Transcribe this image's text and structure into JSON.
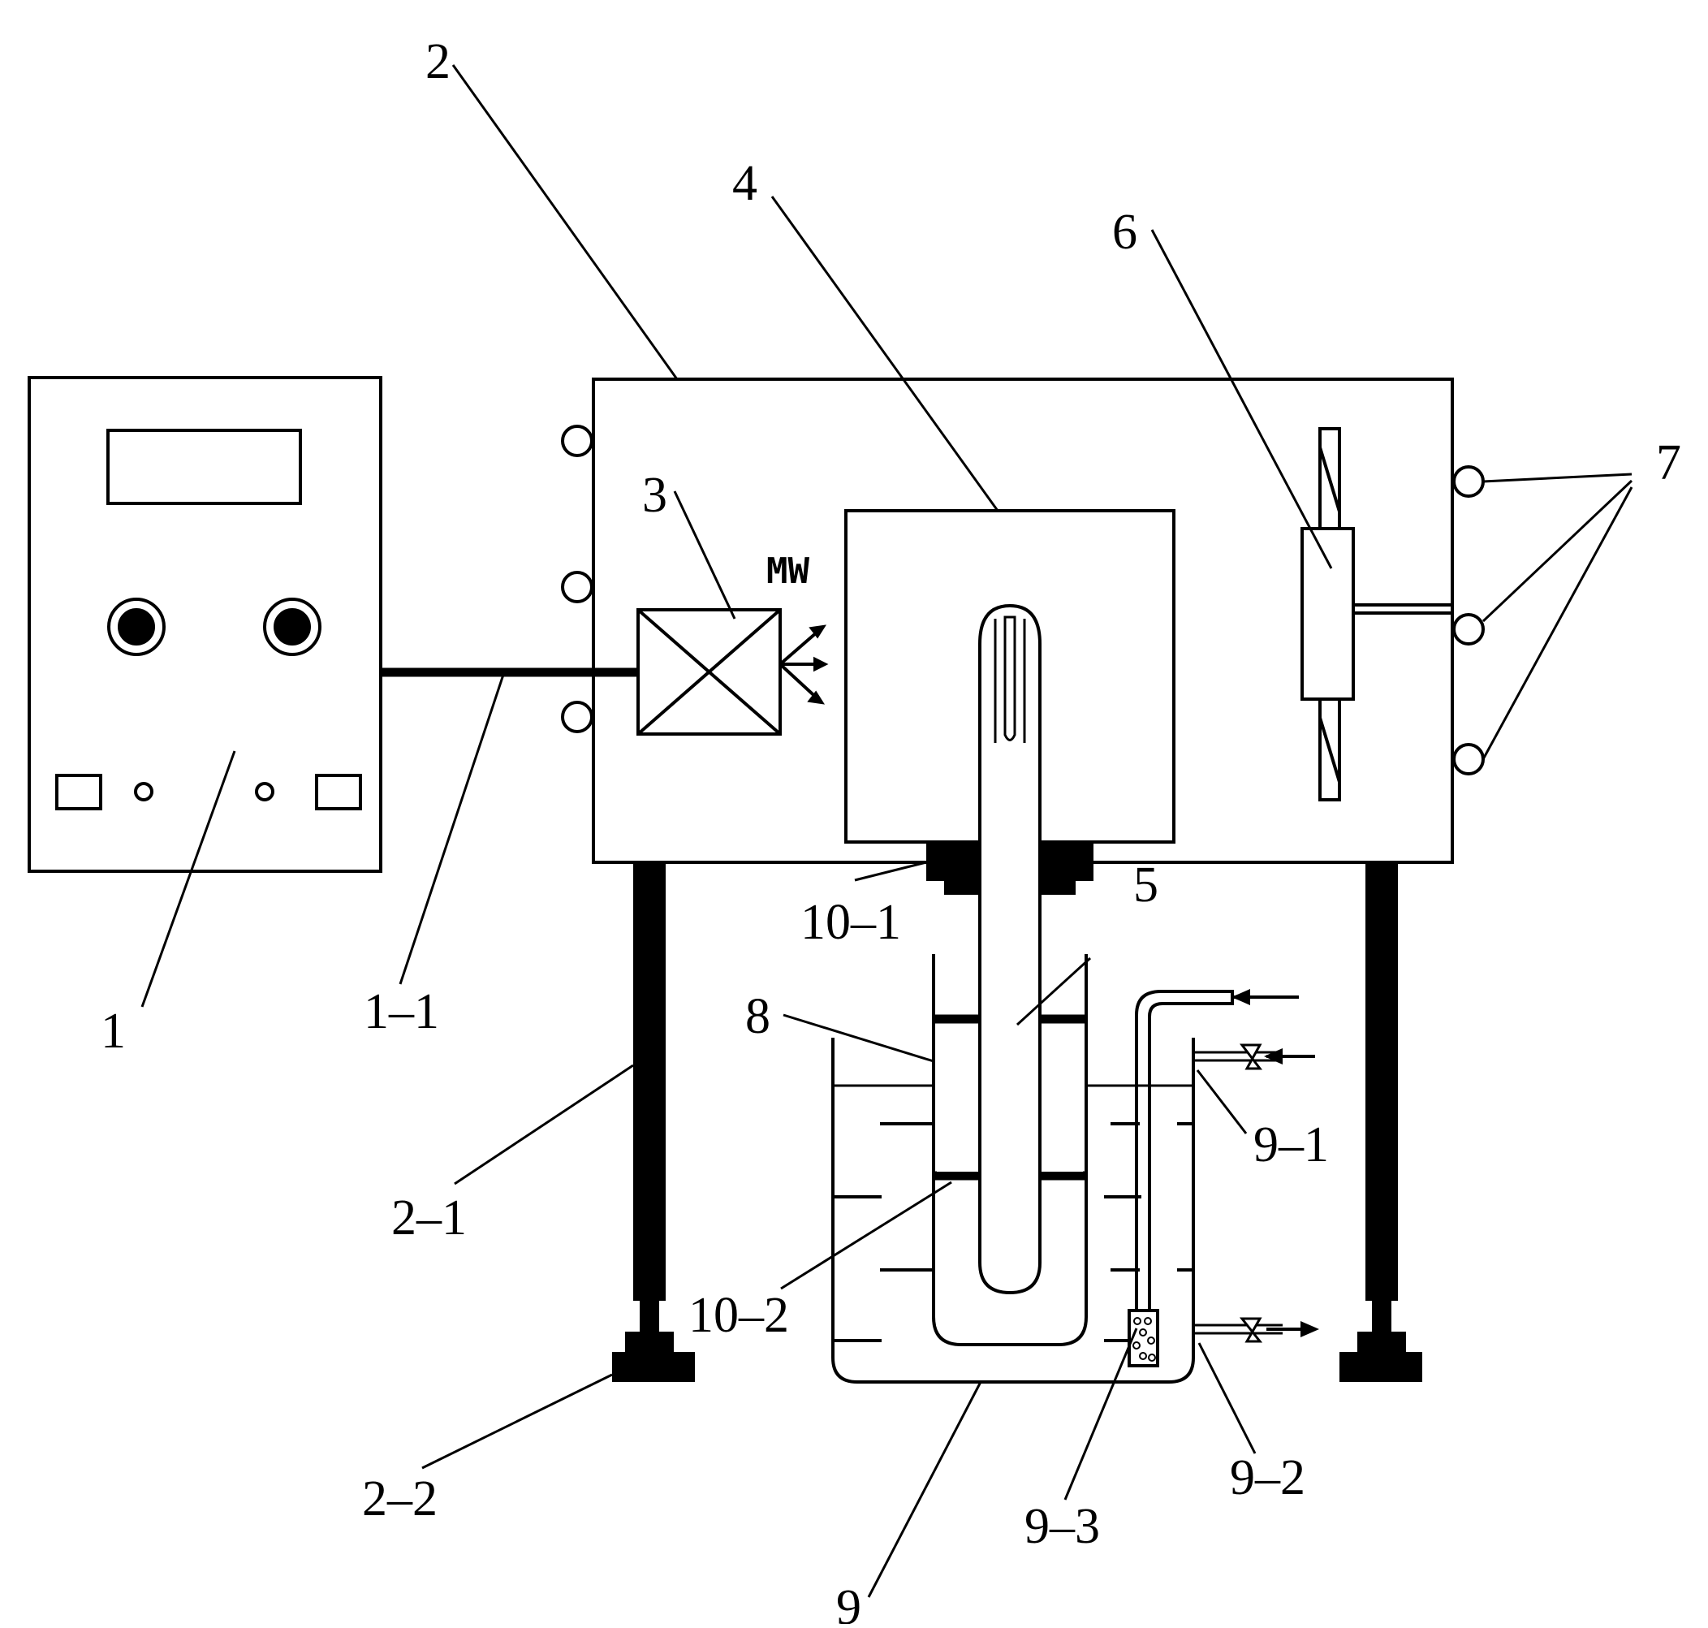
{
  "labels": {
    "l1": "1",
    "l1_1": "1–1",
    "l2": "2",
    "l2_1": "2–1",
    "l2_2": "2–2",
    "l3": "3",
    "l4": "4",
    "l5": "5",
    "l6": "6",
    "l7": "7",
    "l8": "8",
    "l9": "9",
    "l9_1": "9–1",
    "l9_2": "9–2",
    "l9_3": "9–3",
    "l10_1": "10–1",
    "l10_2": "10–2"
  },
  "mw_text": "MW",
  "colors": {
    "line": "#000000",
    "fill": "#ffffff"
  }
}
